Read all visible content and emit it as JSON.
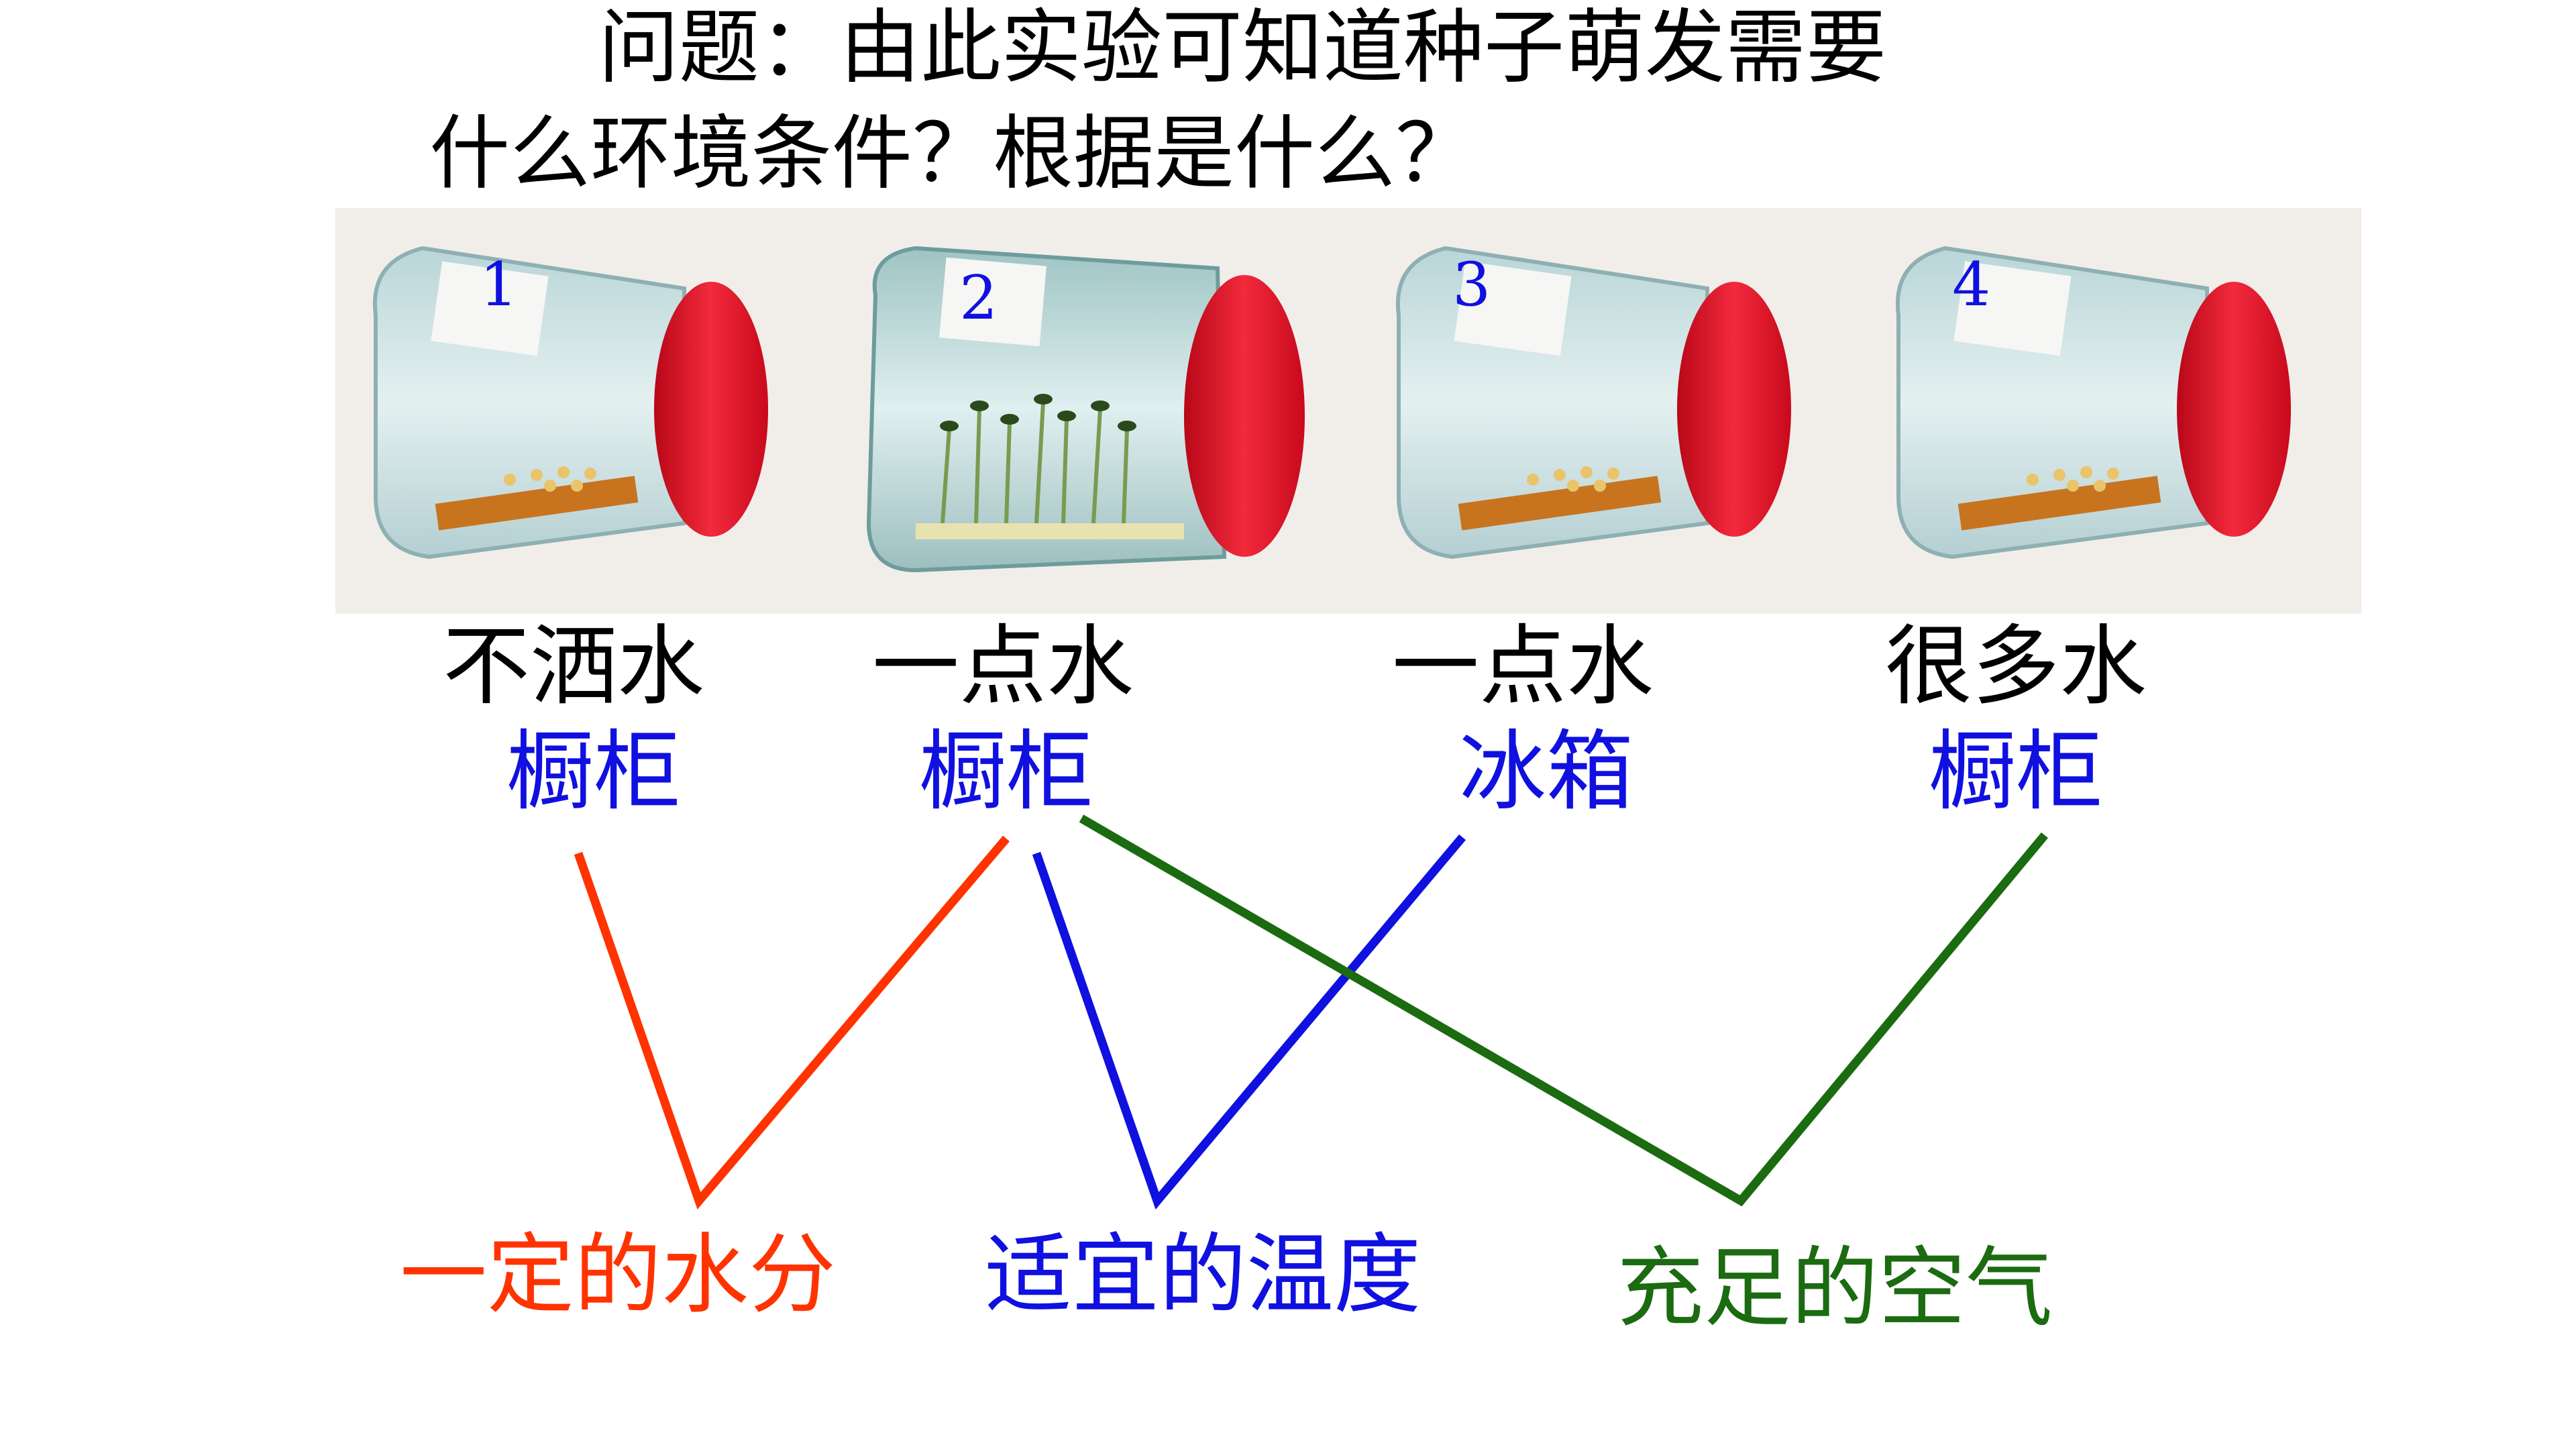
{
  "question": {
    "line1": "问题：由此实验可知道种子萌发需要",
    "line2": "什么环境条件？根据是什么？"
  },
  "jars": [
    {
      "number": "1",
      "water": "不洒水",
      "place": "橱柜",
      "germinated": false
    },
    {
      "number": "2",
      "water": "一点水",
      "place": "橱柜",
      "germinated": true
    },
    {
      "number": "3",
      "water": "一点水",
      "place": "冰箱",
      "germinated": false
    },
    {
      "number": "4",
      "water": "很多水",
      "place": "橱柜",
      "germinated": false
    }
  ],
  "results": [
    {
      "label": "一定的水分",
      "color": "#ff3300"
    },
    {
      "label": "适宜的温度",
      "color": "#1010e0"
    },
    {
      "label": "充足的空气",
      "color": "#1b6b10"
    }
  ],
  "colors": {
    "lid": "#e8102a",
    "jar_glass": "#cfe4e4",
    "label_number": "#1010e0"
  }
}
